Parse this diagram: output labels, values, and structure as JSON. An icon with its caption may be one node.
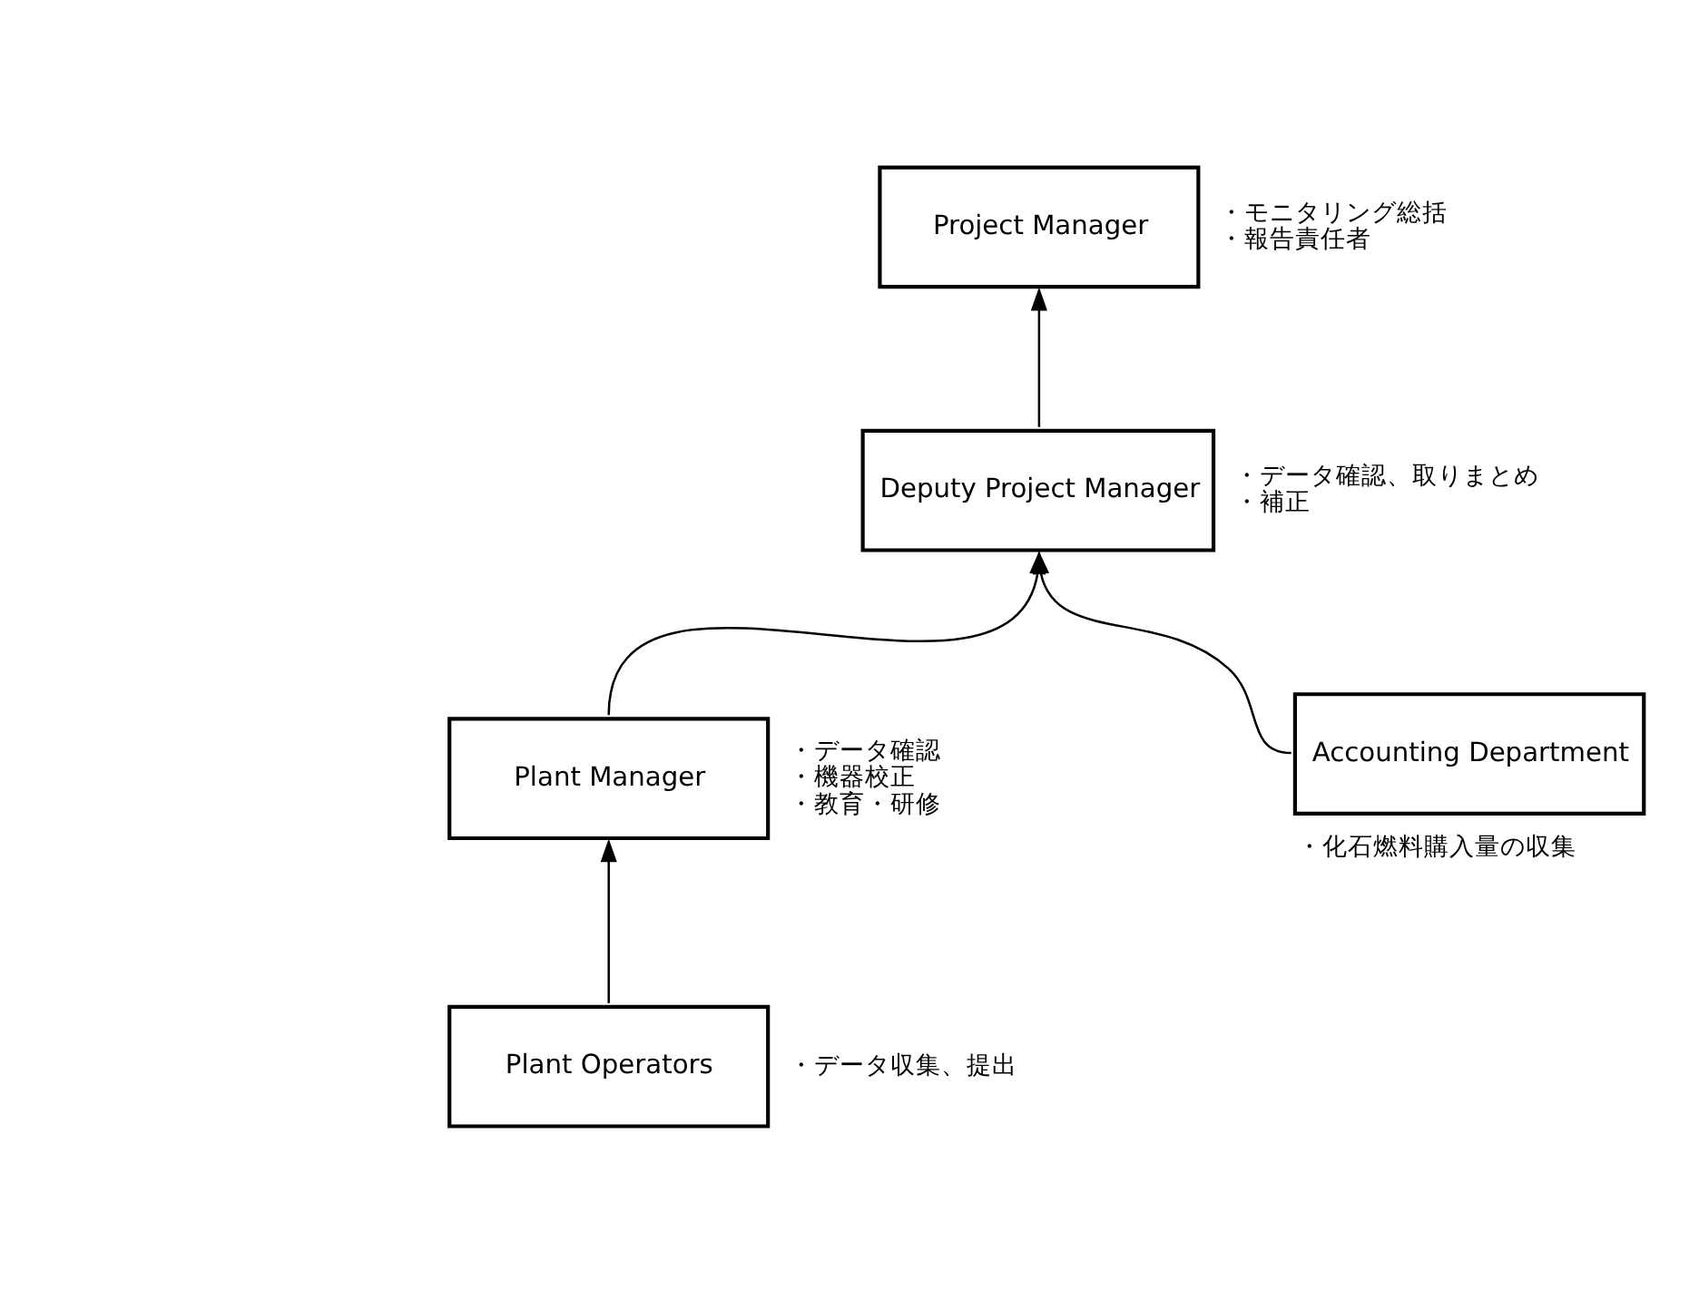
{
  "diagram": {
    "nodes": [
      {
        "text": [
          "Project Manager"
        ],
        "beside": [
          "・モニタリング総括",
          "・報告責任者"
        ]
      },
      {
        "text": [
          "Deputy Project Manager"
        ],
        "beside": [
          "・データ確認、取りまとめ",
          "・補正"
        ]
      },
      {
        "text": [
          "Plant Manager"
        ],
        "beside": [
          "・データ確認",
          "・機器校正",
          "・教育・研修"
        ]
      },
      {
        "text": [
          "Accounting Department"
        ],
        "beside": [
          "・化石燃料購入量の収集"
        ]
      },
      {
        "text": [
          "Plant Operators"
        ],
        "beside": [
          "・データ収集、提出"
        ]
      }
    ],
    "edges": [
      {
        "from": 1,
        "to": 0,
        "arrow": "to"
      },
      {
        "from": 2,
        "to": 1,
        "arrow": "to"
      },
      {
        "from": 4,
        "to": 2,
        "arrow": "to"
      },
      {
        "from": 3,
        "to": 1,
        "arrow": "to"
      }
    ]
  }
}
